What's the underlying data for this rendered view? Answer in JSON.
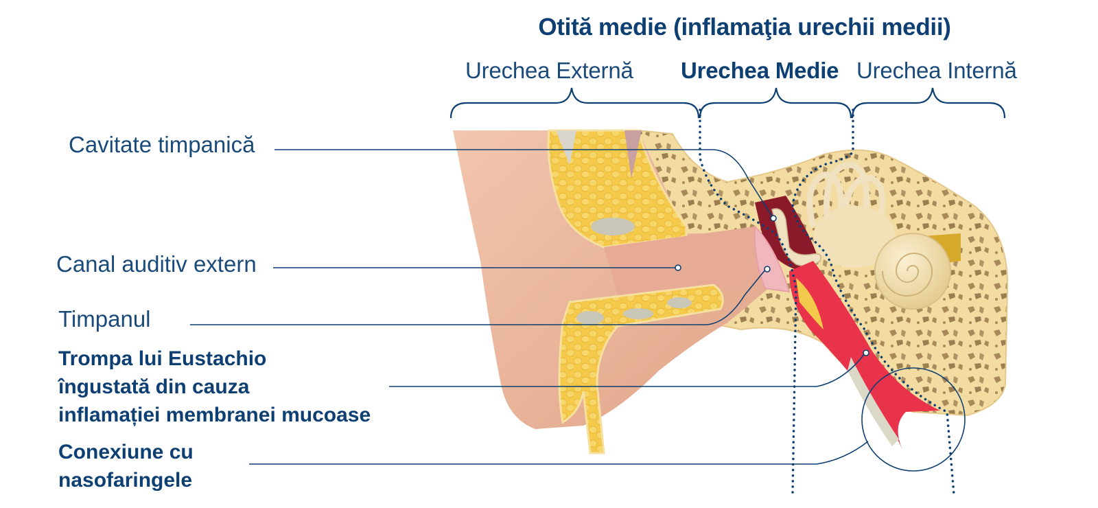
{
  "title": "Otită medie (inflamaţia urechii medii)",
  "sections": [
    {
      "label": "Urechea Externă",
      "emphasis": false
    },
    {
      "label": "Urechea Medie",
      "emphasis": true
    },
    {
      "label": "Urechea Internă",
      "emphasis": false
    }
  ],
  "labels": [
    {
      "text": "Cavitate timpanică",
      "emphasis": false
    },
    {
      "text": "Canal auditiv extern",
      "emphasis": false
    },
    {
      "text": "Timpanul",
      "emphasis": false
    },
    {
      "lines": [
        "Trompa lui Eustachio",
        "îngustată din cauza",
        "inflamației membranei mucoase"
      ],
      "emphasis": true
    },
    {
      "lines": [
        "Conexiune cu",
        "nasofaringele"
      ],
      "emphasis": true
    }
  ],
  "colors": {
    "text_dark": "#0d3f72",
    "text_light": "#1a4a7a",
    "skin": "#eab99f",
    "fat": "#f2cb4d",
    "bone": "#f3dca2",
    "inflammation": "#e8334a",
    "cavity": "#8a1a2a"
  },
  "illustration": {
    "subject": "ear-anatomy-cross-section",
    "highlight": "narrowed-eustachian-tube"
  }
}
